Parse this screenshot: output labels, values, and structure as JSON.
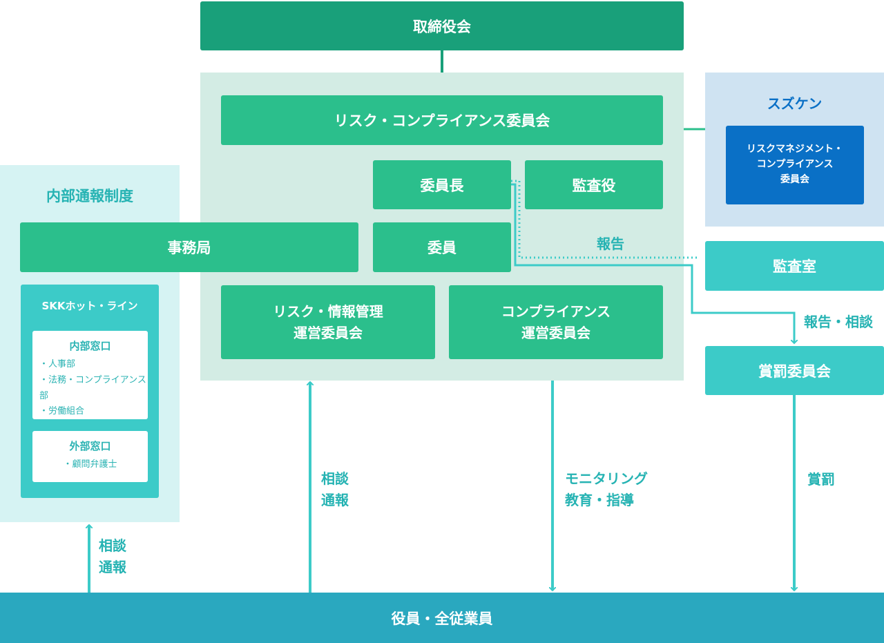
{
  "board": "取締役会",
  "committee": {
    "title": "リスク・コンプライアンス委員会",
    "chair": "委員長",
    "auditor": "監査役",
    "member": "委員",
    "risk_info": "リスク・情報管理\n運営委員会",
    "compliance": "コンプライアンス\n運営委員会"
  },
  "secretariat": "事務局",
  "suzuken": {
    "title": "スズケン",
    "committee": "リスクマネジメント・\nコンプライアンス\n委員会"
  },
  "whistleblowing": {
    "title": "内部通報制度",
    "hotline": "SKKホット・ライン",
    "internal": {
      "title": "内部窓口",
      "items": [
        "・人事部",
        "・法務・コンプライアンス部",
        "・労働組合"
      ]
    },
    "external": {
      "title": "外部窓口",
      "items": [
        "・顧問弁護士"
      ]
    }
  },
  "audit_office": "監査室",
  "reward_committee": "賞罰委員会",
  "employees": "役員・全従業員",
  "labels": {
    "report": "報告",
    "report_consult": "報告・相談",
    "consult_report_left": "相談\n通報",
    "consult_report_center": "相談\n通報",
    "monitoring": "モニタリング\n教育・指導",
    "reward": "賞罰"
  },
  "colors": {
    "board": "#19a07a",
    "committee_boxes": "#2bbf8c",
    "teal_boxes": "#3ccbc8",
    "employees_bar": "#2aa8bf",
    "suzuken_box": "#0a70c6"
  }
}
